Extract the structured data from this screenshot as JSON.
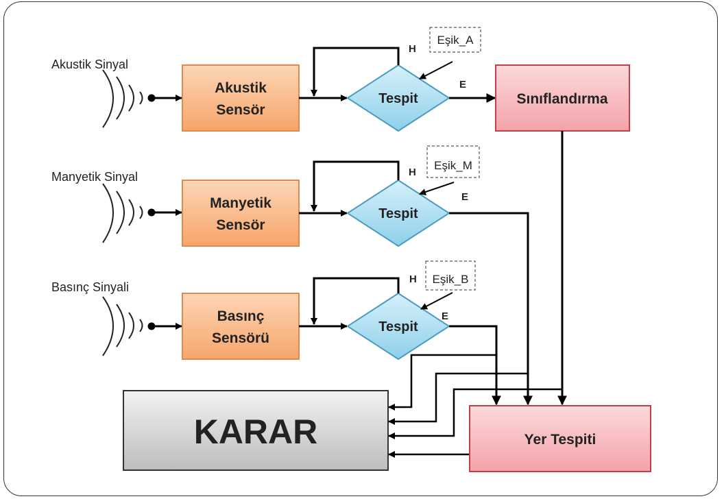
{
  "signals": [
    {
      "label": "Akustik Sinyal"
    },
    {
      "label": "Manyetik Sinyal"
    },
    {
      "label": "Basınç Sinyali"
    }
  ],
  "sensors": [
    {
      "line1": "Akustik",
      "line2": "Sensör"
    },
    {
      "line1": "Manyetik",
      "line2": "Sensör"
    },
    {
      "line1": "Basınç",
      "line2": "Sensörü"
    }
  ],
  "detectors": [
    {
      "label": "Tespit",
      "no_label": "H",
      "yes_label": "E",
      "threshold": "Eşik_A"
    },
    {
      "label": "Tespit",
      "no_label": "H",
      "yes_label": "E",
      "threshold": "Eşik_M"
    },
    {
      "label": "Tespit",
      "no_label": "H",
      "yes_label": "E",
      "threshold": "Eşik_B"
    }
  ],
  "classification": {
    "label": "Sınıflandırma"
  },
  "localization": {
    "label": "Yer Tespiti"
  },
  "decision": {
    "label": "KARAR"
  },
  "colors": {
    "sensor_fill": "#f9b98a",
    "sensor_border": "#e0894d",
    "diamond_fill": "#a8dcef",
    "diamond_border": "#4a9bc0",
    "red_fill": "#f7b9bd",
    "red_border": "#c0404a",
    "decision_fill": "#d4d4d4",
    "decision_border": "#333333"
  }
}
